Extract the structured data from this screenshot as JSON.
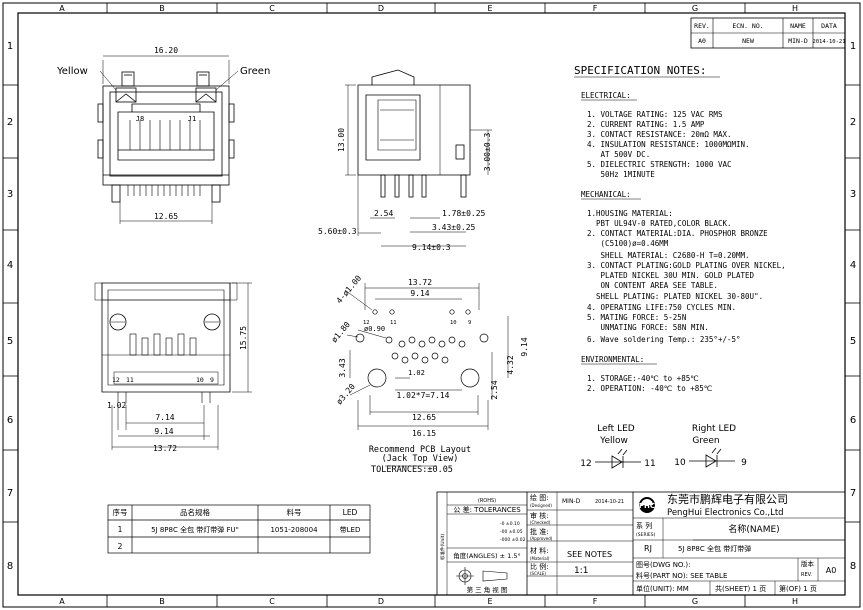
{
  "border": {
    "columns": [
      "A",
      "B",
      "C",
      "D",
      "E",
      "F",
      "G",
      "H"
    ],
    "rows": [
      "1",
      "2",
      "3",
      "4",
      "5",
      "6",
      "7",
      "8"
    ]
  },
  "revision_table": {
    "headers": [
      "REV.",
      "ECN. NO.",
      "NAME",
      "DATA"
    ],
    "row": [
      "A0",
      "NEW",
      "MIN-D",
      "2014-10-21"
    ]
  },
  "front_view": {
    "yellow_label": "Yellow",
    "green_label": "Green",
    "j8": "J8",
    "j1": "J1",
    "dim_width": "16.20",
    "dim_pitch": "12.65"
  },
  "side_view": {
    "dim_height": "13.00",
    "dim_3": "3.00±0.3",
    "dim_254": "2.54",
    "dim_178": "1.78±0.25",
    "dim_343": "3.43±0.25",
    "dim_560": "5.60±0.3",
    "dim_914": "9.14±0.3"
  },
  "bottom_view": {
    "dim_1575": "15.75",
    "pin_12": "12",
    "pin_11": "11",
    "pin_10": "10",
    "pin_9": "9",
    "dim_102": "1.02",
    "dim_714": "7.14",
    "dim_914": "9.14",
    "dim_1372": "13.72"
  },
  "pcb_layout": {
    "dim_1372": "13.72",
    "dim_914": "9.14",
    "hole_4": "4-ø1.00",
    "hole_180": "ø1.80",
    "hole_090": "ø0.90",
    "hole_320": "ø3.20",
    "pin_12": "12",
    "pin_11": "11",
    "pin_10": "10",
    "pin_9": "9",
    "dim_343": "3.43",
    "dim_102": "1.02",
    "dim_102x7": "1.02*7=7.14",
    "dim_432": "4.32",
    "dim_914v": "9.14",
    "dim_254": "2.54",
    "dim_1265": "12.65",
    "dim_1615": "16.15",
    "caption1": "Recommend PCB Layout",
    "caption2": "(Jack Top View)",
    "tolerance": "TOLERANCES:±0.05"
  },
  "spec": {
    "title": "SPECIFICATION NOTES:",
    "electrical_head": "ELECTRICAL:",
    "electrical": [
      "1. VOLTAGE RATING: 125 VAC RMS",
      "2. CURRENT RATING: 1.5 AMP",
      "3. CONTACT RESISTANCE: 20mΩ MAX.",
      "4. INSULATION RESISTANCE: 1000MΩMIN.",
      "   AT 500V DC.",
      "5. DIELECTRIC STRENGTH: 1000 VAC",
      "   50Hz 1MINUTE"
    ],
    "mechanical_head": "MECHANICAL:",
    "mechanical": [
      "1.HOUSING MATERIAL:",
      "  PBT UL94V-0 RATED,COLOR BLACK.",
      "2. CONTACT MATERIAL:DIA. PHOSPHOR BRONZE",
      "   (C5100)ø=0.46MM",
      "   SHELL MATERIAL: C2680-H T=0.20MM.",
      "3. CONTACT PLATING:GOLD PLATING OVER NICKEL,",
      "   PLATED NICKEL 30U MIN. GOLD PLATED",
      "   ON CONTENT AREA SEE TABLE.",
      "  SHELL PLATING: PLATED NICKEL 30-80U\".",
      "4. OPERATING LIFE:750 CYCLES MIN.",
      "5. MATING FORCE: 5-25N",
      "   UNMATING FORCE: 58N MIN.",
      "6. Wave soldering Temp.: 235°+/-5°"
    ],
    "environmental_head": "ENVIRONMENTAL:",
    "environmental": [
      "1. STORAGE:-40℃ to +85℃",
      "2. OPERATION: -40℃ to +85℃"
    ]
  },
  "leds": {
    "left_title1": "Left LED",
    "left_title2": "Yellow",
    "right_title1": "Right LED",
    "right_title2": "Green",
    "l_a": "12",
    "l_b": "11",
    "r_a": "10",
    "r_b": "9"
  },
  "parts_table": {
    "headers": [
      "序号",
      "品名规格",
      "料号",
      "LED"
    ],
    "rows": [
      [
        "1",
        "5J 8P8C 全包 带灯带弹 FU\"",
        "1051-208004",
        "带LED"
      ],
      [
        "2",
        "",
        "",
        ""
      ]
    ]
  },
  "title_block": {
    "rohs": "(ROHS)",
    "tol_label": "公 差: TOLERANCES",
    "tol_values": [
      "-0 ±0.10",
      "-00 ±0.05",
      "-000 ±0.02"
    ],
    "angles": "角度(ANGLES) ± 1.5°",
    "third_angle": "第 三 角 视 图",
    "drawn": "绘 图:",
    "drawn_en": "(Designed)",
    "drawn_by": "MIN-D",
    "drawn_date": "2014-10-21",
    "checked": "审 核:",
    "checked_en": "(Checked)",
    "approved": "批 准:",
    "approved_en": "(Approved)",
    "material": "材 料:",
    "material_en": "(Material)",
    "material_val": "SEE NOTES",
    "scale": "比 例:",
    "scale_en": "(SCALE)",
    "scale_val": "1:1",
    "side_text": "标准件(Unit)",
    "logo": "PHC",
    "company_cn": "东莞市鹏辉电子有限公司",
    "company_en": "PengHui Electronics Co.,Ltd",
    "series": "系 列",
    "series_en": "(SERIES)",
    "series_val": "RJ",
    "name_head": "名称(NAME)",
    "name_val": "5J 8P8C 全包 带灯带弹",
    "dwg_no": "图号(DWG NO.):",
    "part_no": "料号(PART NO): SEE TABLE",
    "version": "版本",
    "version_en": "REV.",
    "version_val": "A0",
    "unit": "单位(UNIT): MM",
    "sheet": "共(SHEET) 1 页",
    "of": "第(OF) 1 页"
  }
}
